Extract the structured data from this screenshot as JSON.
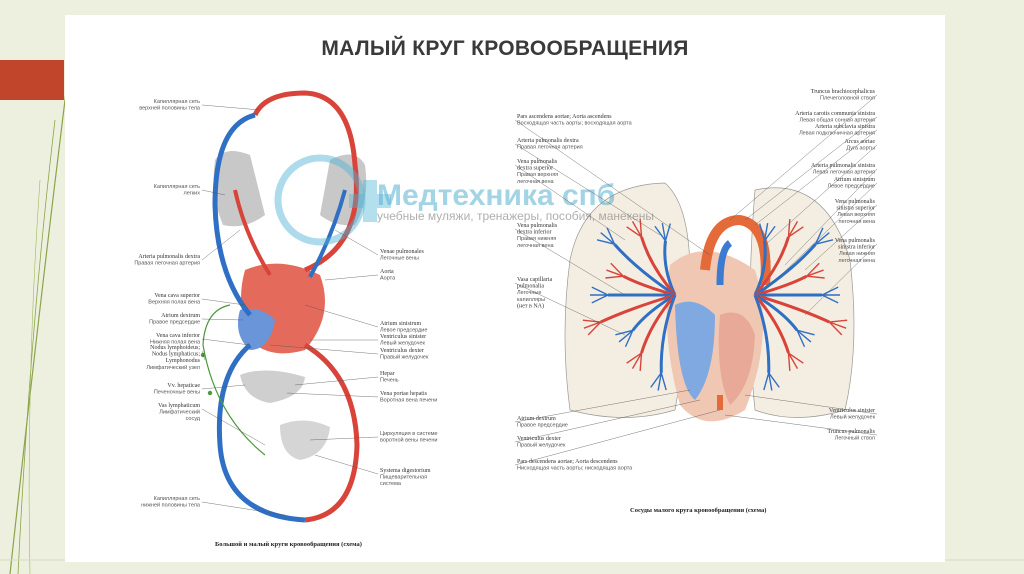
{
  "title": "МАЛЫЙ КРУГ КРОВООБРАЩЕНИЯ",
  "watermark": {
    "brand": "Медтехника спб",
    "tagline": "учебные муляжи, тренажеры, пособия, манекены"
  },
  "left_figure": {
    "caption": "Большой и малый круги кровообращения (схема)",
    "labels_left": [
      [
        "Капиллярная сеть",
        "верхней половины тела"
      ],
      [
        "Капиллярная сеть",
        "легких"
      ],
      [
        "Arteria pulmonalis dextra",
        "Правая легочная артерия"
      ],
      [
        "Vena cava superior",
        "Верхняя полая вена"
      ],
      [
        "Atrium dextrum",
        "Правое предсердие"
      ],
      [
        "Vena cava inferior",
        "Нижняя полая вена"
      ],
      [
        "Nodus lymphoideus;",
        "Nodus lymphaticus;",
        "Lymphonodus",
        "Лимфатический узел"
      ],
      [
        "Vv. hepaticae",
        "Печеночные вены"
      ],
      [
        "Vas lymphaticum",
        "Лимфатический",
        "сосуд"
      ],
      [
        "Капиллярная сеть",
        "нижней половины тела"
      ]
    ],
    "labels_right": [
      [
        "Venae pulmonales",
        "Легочные вены"
      ],
      [
        "Aorta",
        "Аорта"
      ],
      [
        "Atrium sinistrum",
        "Левое предсердие"
      ],
      [
        "Ventriculus sinister",
        "Левый желудочек"
      ],
      [
        "Ventriculus dexter",
        "Правый желудочек"
      ],
      [
        "Hepar",
        "Печень"
      ],
      [
        "Vena portae hepatis",
        "Воротная вена печени"
      ],
      [
        "Циркуляция в системе",
        "воротной вены печени"
      ],
      [
        "Systema digestorium",
        "Пищеварительная",
        "система"
      ]
    ]
  },
  "right_figure": {
    "caption": "Сосуды малого круга кровообращения (схема)",
    "labels_left": [
      [
        "Pars ascendens aortae; Aorta ascendens",
        "Восходящая часть аорты; восходящая аорта"
      ],
      [
        "Arteria pulmonalis dextra",
        "Правая легочная артерия"
      ],
      [
        "Vena pulmonalis",
        "dextra superior",
        "Правая верхняя",
        "легочная вена"
      ],
      [
        "Vena pulmonalis",
        "dextra inferior",
        "Правая нижняя",
        "легочная вена"
      ],
      [
        "Vasa capillaria",
        "pulmonalia",
        "Легочные",
        "капилляры",
        "(нет в NA)"
      ],
      [
        "Atrium dextrum",
        "Правое предсердие"
      ],
      [
        "Ventriculus dexter",
        "Правый желудочек"
      ],
      [
        "Pars descendens aortae; Aorta descendens",
        "Нисходящая часть аорты; нисходящая аорта"
      ]
    ],
    "labels_right": [
      [
        "Truncus brachiocephalicus",
        "Плечеголовной ствол"
      ],
      [
        "Arteria carotis communis sinistra",
        "Левая общая сонная артерия"
      ],
      [
        "Arteria subclavia sinistra",
        "Левая подключичная артерия"
      ],
      [
        "Arcus aortae",
        "Дуга аорты"
      ],
      [
        "Arteria pulmonalis sinistra",
        "Левая легочная артерия"
      ],
      [
        "Atrium sinistrum",
        "Левое предсердие"
      ],
      [
        "Vena pulmonalis",
        "sinistra superior",
        "Левая верхняя",
        "легочная вена"
      ],
      [
        "Vena pulmonalis",
        "sinistra inferior",
        "Левая нижняя",
        "легочная вена"
      ],
      [
        "Ventriculus sinister",
        "Левый желудочек"
      ],
      [
        "Truncus pulmonalis",
        "Легочный ствол"
      ]
    ]
  },
  "colors": {
    "artery": "#d9443a",
    "vein": "#2f6fc4",
    "accent": "#c1452a",
    "lymph": "#4a9a3a"
  }
}
